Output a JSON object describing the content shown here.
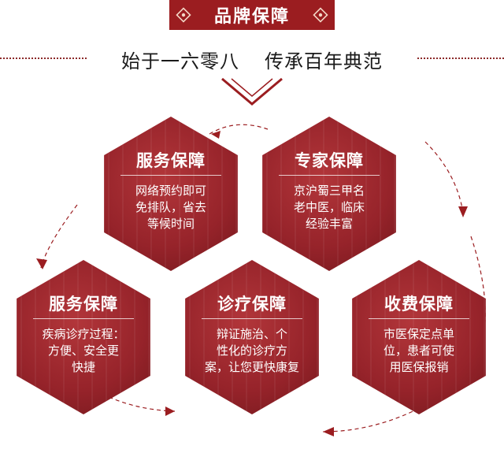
{
  "header": {
    "title": "品牌保障"
  },
  "slogan": {
    "left": "始于一六零八",
    "right": "传承百年典范"
  },
  "hexes": [
    {
      "title": "服务保障",
      "desc": "网络预约即可\n免排队，省去\n等候时间"
    },
    {
      "title": "专家保障",
      "desc": "京沪蜀三甲名\n老中医，临床\n经验丰富"
    },
    {
      "title": "服务保障",
      "desc": "疾病诊疗过程：\n方便、安全更\n快捷"
    },
    {
      "title": "诊疗保障",
      "desc": "辩证施治、个\n性化的诊疗方\n案，让您更快康复"
    },
    {
      "title": "收费保障",
      "desc": "市医保定点单\n位，患者可使\n用医保报销"
    }
  ],
  "colors": {
    "primary": "#9b1d20",
    "dark": "#6e161a",
    "dashes": "#8c2a2a"
  }
}
